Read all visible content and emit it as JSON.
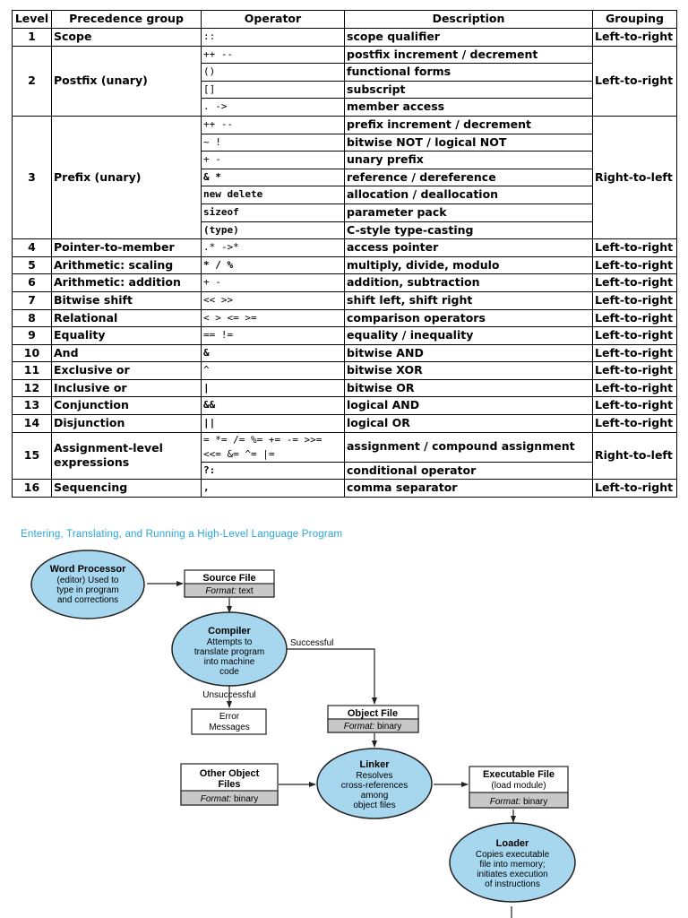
{
  "table": {
    "headers": [
      "Level",
      "Precedence group",
      "Operator",
      "Description",
      "Grouping"
    ],
    "rows": [
      {
        "level": "1",
        "group": "Scope",
        "grouping": "Left-to-right",
        "entries": [
          {
            "op": "::",
            "desc": "scope qualifier"
          }
        ]
      },
      {
        "level": "2",
        "group": "Postfix (unary)",
        "grouping": "Left-to-right",
        "entries": [
          {
            "op": "++ --",
            "desc": "postfix increment / decrement"
          },
          {
            "op": "()",
            "desc": "functional forms"
          },
          {
            "op": "[]",
            "desc": "subscript"
          },
          {
            "op": ". ->",
            "desc": "member access"
          }
        ]
      },
      {
        "level": "3",
        "group": "Prefix (unary)",
        "grouping": "Right-to-left",
        "entries": [
          {
            "op": "++ --",
            "desc": "prefix increment / decrement"
          },
          {
            "op": "~ !",
            "desc": "bitwise NOT / logical NOT"
          },
          {
            "op": "+ -",
            "desc": "unary prefix"
          },
          {
            "op": "& *",
            "desc": "reference / dereference",
            "bold": true
          },
          {
            "op": "new delete",
            "desc": "allocation / deallocation",
            "bold": true
          },
          {
            "op": "sizeof",
            "desc": "parameter pack",
            "bold": true
          },
          {
            "op": "(type)",
            "desc": "C-style type-casting",
            "bold": true
          }
        ]
      },
      {
        "level": "4",
        "group": "Pointer-to-member",
        "grouping": "Left-to-right",
        "entries": [
          {
            "op": ".* ->*",
            "desc": "access pointer"
          }
        ]
      },
      {
        "level": "5",
        "group": "Arithmetic: scaling",
        "grouping": "Left-to-right",
        "entries": [
          {
            "op": "* / %",
            "desc": "multiply, divide, modulo",
            "bold": true
          }
        ]
      },
      {
        "level": "6",
        "group": "Arithmetic: addition",
        "grouping": "Left-to-right",
        "entries": [
          {
            "op": "+ -",
            "desc": "addition, subtraction"
          }
        ]
      },
      {
        "level": "7",
        "group": "Bitwise shift",
        "grouping": "Left-to-right",
        "entries": [
          {
            "op": "<< >>",
            "desc": "shift left, shift right"
          }
        ]
      },
      {
        "level": "8",
        "group": "Relational",
        "grouping": "Left-to-right",
        "entries": [
          {
            "op": "< > <= >=",
            "desc": "comparison operators"
          }
        ]
      },
      {
        "level": "9",
        "group": "Equality",
        "grouping": "Left-to-right",
        "entries": [
          {
            "op": "== !=",
            "desc": "equality / inequality"
          }
        ]
      },
      {
        "level": "10",
        "group": "And",
        "grouping": "Left-to-right",
        "entries": [
          {
            "op": "&",
            "desc": "bitwise AND",
            "bold": true
          }
        ]
      },
      {
        "level": "11",
        "group": "Exclusive or",
        "grouping": "Left-to-right",
        "entries": [
          {
            "op": "^",
            "desc": "bitwise XOR"
          }
        ]
      },
      {
        "level": "12",
        "group": "Inclusive or",
        "grouping": "Left-to-right",
        "entries": [
          {
            "op": "|",
            "desc": "bitwise OR",
            "bold": true
          }
        ]
      },
      {
        "level": "13",
        "group": "Conjunction",
        "grouping": "Left-to-right",
        "entries": [
          {
            "op": "&&",
            "desc": "logical AND",
            "bold": true
          }
        ]
      },
      {
        "level": "14",
        "group": "Disjunction",
        "grouping": "Left-to-right",
        "entries": [
          {
            "op": "||",
            "desc": "logical OR",
            "bold": true
          }
        ]
      },
      {
        "level": "15",
        "group": "Assignment-level expressions",
        "grouping": "Right-to-left",
        "entries": [
          {
            "op": "= *= /= %= += -= >>= <<= &= ^= |=",
            "desc": "assignment / compound assignment",
            "twoline": true
          },
          {
            "op": "?:",
            "desc": "conditional operator",
            "bold": true
          }
        ]
      },
      {
        "level": "16",
        "group": "Sequencing",
        "grouping": "Left-to-right",
        "entries": [
          {
            "op": ",",
            "desc": "comma separator",
            "bold": true
          }
        ]
      }
    ]
  },
  "diagram": {
    "title": "Entering, Translating, and Running a High-Level Language Program",
    "word_processor": {
      "title": "Word Processor",
      "lines": [
        "(editor) Used to",
        "type in program",
        "and corrections"
      ]
    },
    "source_file": {
      "title": "Source File",
      "format_label": "Format:",
      "format_value": "text"
    },
    "compiler": {
      "title": "Compiler",
      "lines": [
        "Attempts to",
        "translate program",
        "into machine",
        "code"
      ]
    },
    "successful_label": "Successful",
    "unsuccessful_label": "Unsuccessful",
    "error_messages": {
      "lines": [
        "Error",
        "Messages"
      ]
    },
    "object_file": {
      "title": "Object File",
      "format_label": "Format:",
      "format_value": "binary"
    },
    "other_object_files": {
      "lines": [
        "Other Object",
        "Files"
      ],
      "format_label": "Format:",
      "format_value": "binary"
    },
    "linker": {
      "title": "Linker",
      "lines": [
        "Resolves",
        "cross-references",
        "among",
        "object files"
      ]
    },
    "executable_file": {
      "title": "Executable File",
      "subtitle": "(load module)",
      "format_label": "Format:",
      "format_value": "binary"
    },
    "loader": {
      "title": "Loader",
      "lines": [
        "Copies executable",
        "file into memory;",
        "initiates execution",
        "of instructions"
      ]
    },
    "colors": {
      "ellipse_fill": "#a6d7ee",
      "format_fill": "#c8c8c8",
      "title": "#2aa6d8"
    }
  }
}
